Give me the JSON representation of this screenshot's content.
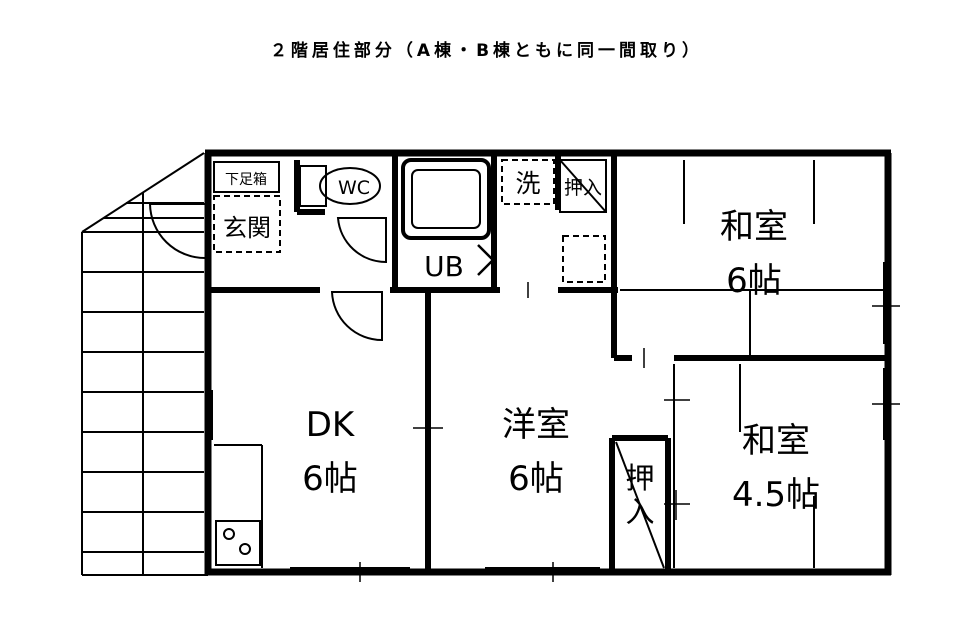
{
  "title": "２階居住部分（A棟・B棟ともに同一間取り）",
  "rooms": {
    "dk": {
      "name": "DK",
      "size": "6帖"
    },
    "western": {
      "name": "洋室",
      "size": "6帖"
    },
    "japanese_upper": {
      "name": "和室",
      "size": "6帖"
    },
    "japanese_lower": {
      "name": "和室",
      "size": "4.5帖"
    }
  },
  "fixtures": {
    "shoe_box": "下足箱",
    "entrance": "玄関",
    "wc": "WC",
    "bath": "UB",
    "laundry": "洗",
    "closet_upper": "押入",
    "closet_lower": "押入"
  }
}
